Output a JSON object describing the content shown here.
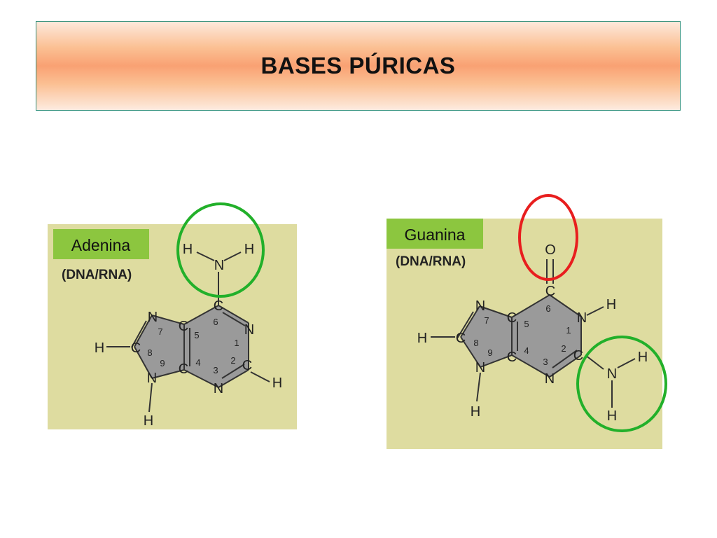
{
  "title": "BASES PÚRICAS",
  "colors": {
    "panel": "#dedca0",
    "label_box": "#8cc63f",
    "ring": "#9a9a9a",
    "green_circle": "#22b02a",
    "red_circle": "#e81e1e"
  },
  "adenine": {
    "label": "Adenina",
    "subtitle": "(DNA/RNA)",
    "atoms": {
      "N_amino": "N",
      "H_amino_left": "H",
      "H_amino_right": "H",
      "C6": "C",
      "N1": "N",
      "C2": "C",
      "H2": "H",
      "N3": "N",
      "C4": "C",
      "C5": "C",
      "N7": "N",
      "C8": "C",
      "H8": "H",
      "N9": "N",
      "H9": "H"
    },
    "numbers": [
      "1",
      "2",
      "3",
      "4",
      "5",
      "6",
      "7",
      "8",
      "9"
    ]
  },
  "guanine": {
    "label": "Guanina",
    "subtitle": "(DNA/RNA)",
    "atoms": {
      "O6": "O",
      "C6": "C",
      "N1": "N",
      "H1": "H",
      "C2": "C",
      "N_amino": "N",
      "H_amino_right": "H",
      "H_amino_bottom": "H",
      "N3": "N",
      "C4": "C",
      "C5": "C",
      "N7": "N",
      "C8": "C",
      "H8": "H",
      "N9": "N",
      "H9": "H"
    },
    "numbers": [
      "1",
      "2",
      "3",
      "4",
      "5",
      "6",
      "7",
      "8",
      "9"
    ]
  }
}
